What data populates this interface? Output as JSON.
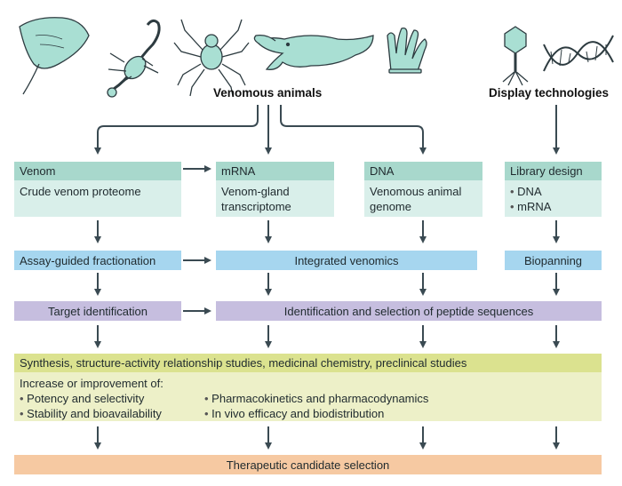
{
  "top_labels": {
    "venomous_animals": "Venomous animals",
    "display_technologies": "Display technologies"
  },
  "icons": [
    "stingray-icon",
    "scorpion-icon",
    "spider-icon",
    "platypus-icon",
    "sea-anemone-icon",
    "bacteriophage-icon",
    "dna-helix-icon"
  ],
  "boxes": {
    "venom": {
      "header": "Venom",
      "body": "Crude venom proteome"
    },
    "mrna": {
      "header": "mRNA",
      "body_line1": "Venom-gland",
      "body_line2": "transcriptome"
    },
    "dna": {
      "header": "DNA",
      "body_line1": "Venomous animal",
      "body_line2": "genome"
    },
    "library": {
      "header": "Library design",
      "items": [
        "DNA",
        "mRNA"
      ]
    }
  },
  "row2": {
    "assay": "Assay-guided fractionation",
    "integrated": "Integrated venomics",
    "biopanning": "Biopanning"
  },
  "row3": {
    "target": "Target identification",
    "identification": "Identification and selection of peptide sequences"
  },
  "synthesis": {
    "header": "Synthesis, structure-activity relationship studies, medicinal chemistry, preclinical studies",
    "intro": "Increase or improvement of:",
    "col1": [
      "Potency and selectivity",
      "Stability and bioavailability"
    ],
    "col2": [
      "Pharmacokinetics and pharmacodynamics",
      "In vivo efficacy and biodistribution"
    ]
  },
  "final": "Therapeutic candidate selection",
  "colors": {
    "teal_header": "#a8d8cc",
    "teal_body": "#d9efea",
    "blue": "#a6d6ef",
    "purple": "#c6bedf",
    "green_header": "#dbe28f",
    "green_body": "#edf0c8",
    "orange": "#f6c9a2",
    "arrow": "#3a4a52",
    "icon": "#86cfc0"
  }
}
